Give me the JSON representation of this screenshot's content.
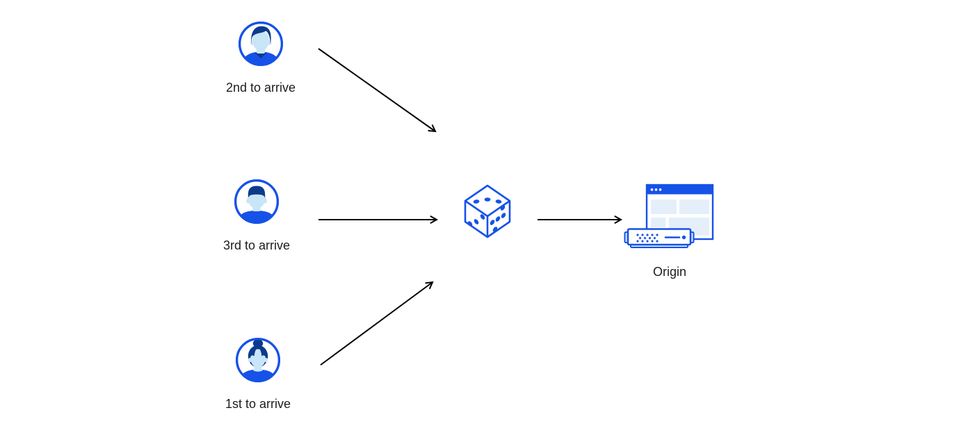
{
  "diagram_title": "random-steering-diagram",
  "nodes": {
    "visitor_second": {
      "label": "2nd to arrive",
      "icon": "avatar-man-swept-hair-icon"
    },
    "visitor_third": {
      "label": "3rd to arrive",
      "icon": "avatar-man-short-hair-icon"
    },
    "visitor_first": {
      "label": "1st to arrive",
      "icon": "avatar-woman-bun-icon"
    },
    "randomizer": {
      "label": "",
      "icon": "dice-icon"
    },
    "origin": {
      "label": "Origin",
      "icon": "origin-server-browser-icon"
    }
  },
  "edges": [
    {
      "from": "visitor_second",
      "to": "randomizer"
    },
    {
      "from": "visitor_third",
      "to": "randomizer"
    },
    {
      "from": "visitor_first",
      "to": "randomizer"
    },
    {
      "from": "randomizer",
      "to": "origin"
    }
  ],
  "colors": {
    "blue": "#1652E8",
    "navy": "#0C3B8D",
    "skin": "#C9E5F8",
    "panel": "#E4EFFA",
    "panel2": "#D8EAF8",
    "arrow": "#000000",
    "text": "#1C1C1E",
    "bg": "#FFFFFF"
  }
}
